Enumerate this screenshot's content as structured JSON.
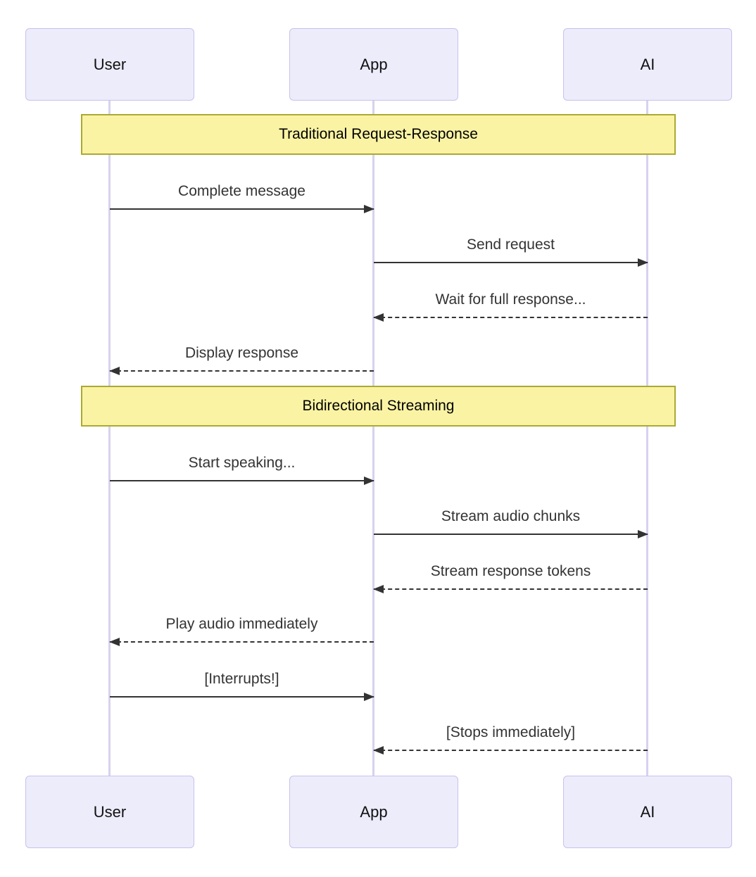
{
  "diagram": {
    "type": "sequence",
    "actors": [
      {
        "name": "User"
      },
      {
        "name": "App"
      },
      {
        "name": "AI"
      }
    ],
    "sections": [
      {
        "label": "Traditional Request-Response"
      },
      {
        "label": "Bidirectional Streaming"
      }
    ],
    "messages": [
      {
        "text": "Complete message",
        "from": "User",
        "to": "App",
        "line": "solid"
      },
      {
        "text": "Send request",
        "from": "App",
        "to": "AI",
        "line": "solid"
      },
      {
        "text": "Wait for full response...",
        "from": "AI",
        "to": "App",
        "line": "dashed"
      },
      {
        "text": "Display response",
        "from": "App",
        "to": "User",
        "line": "dashed"
      },
      {
        "text": "Start speaking...",
        "from": "User",
        "to": "App",
        "line": "solid"
      },
      {
        "text": "Stream audio chunks",
        "from": "App",
        "to": "AI",
        "line": "solid"
      },
      {
        "text": "Stream response tokens",
        "from": "AI",
        "to": "App",
        "line": "dashed"
      },
      {
        "text": "Play audio immediately",
        "from": "App",
        "to": "User",
        "line": "dashed"
      },
      {
        "text": "[Interrupts!]",
        "from": "User",
        "to": "App",
        "line": "solid"
      },
      {
        "text": "[Stops immediately]",
        "from": "AI",
        "to": "App",
        "line": "dashed"
      }
    ],
    "colors": {
      "actor_fill": "#ececfb",
      "actor_border": "#c9c2ec",
      "lifeline": "#d8d2ee",
      "note_fill": "#faf3a4",
      "note_border": "#aaaa33",
      "message_text": "#333333",
      "arrow": "#333333"
    }
  }
}
